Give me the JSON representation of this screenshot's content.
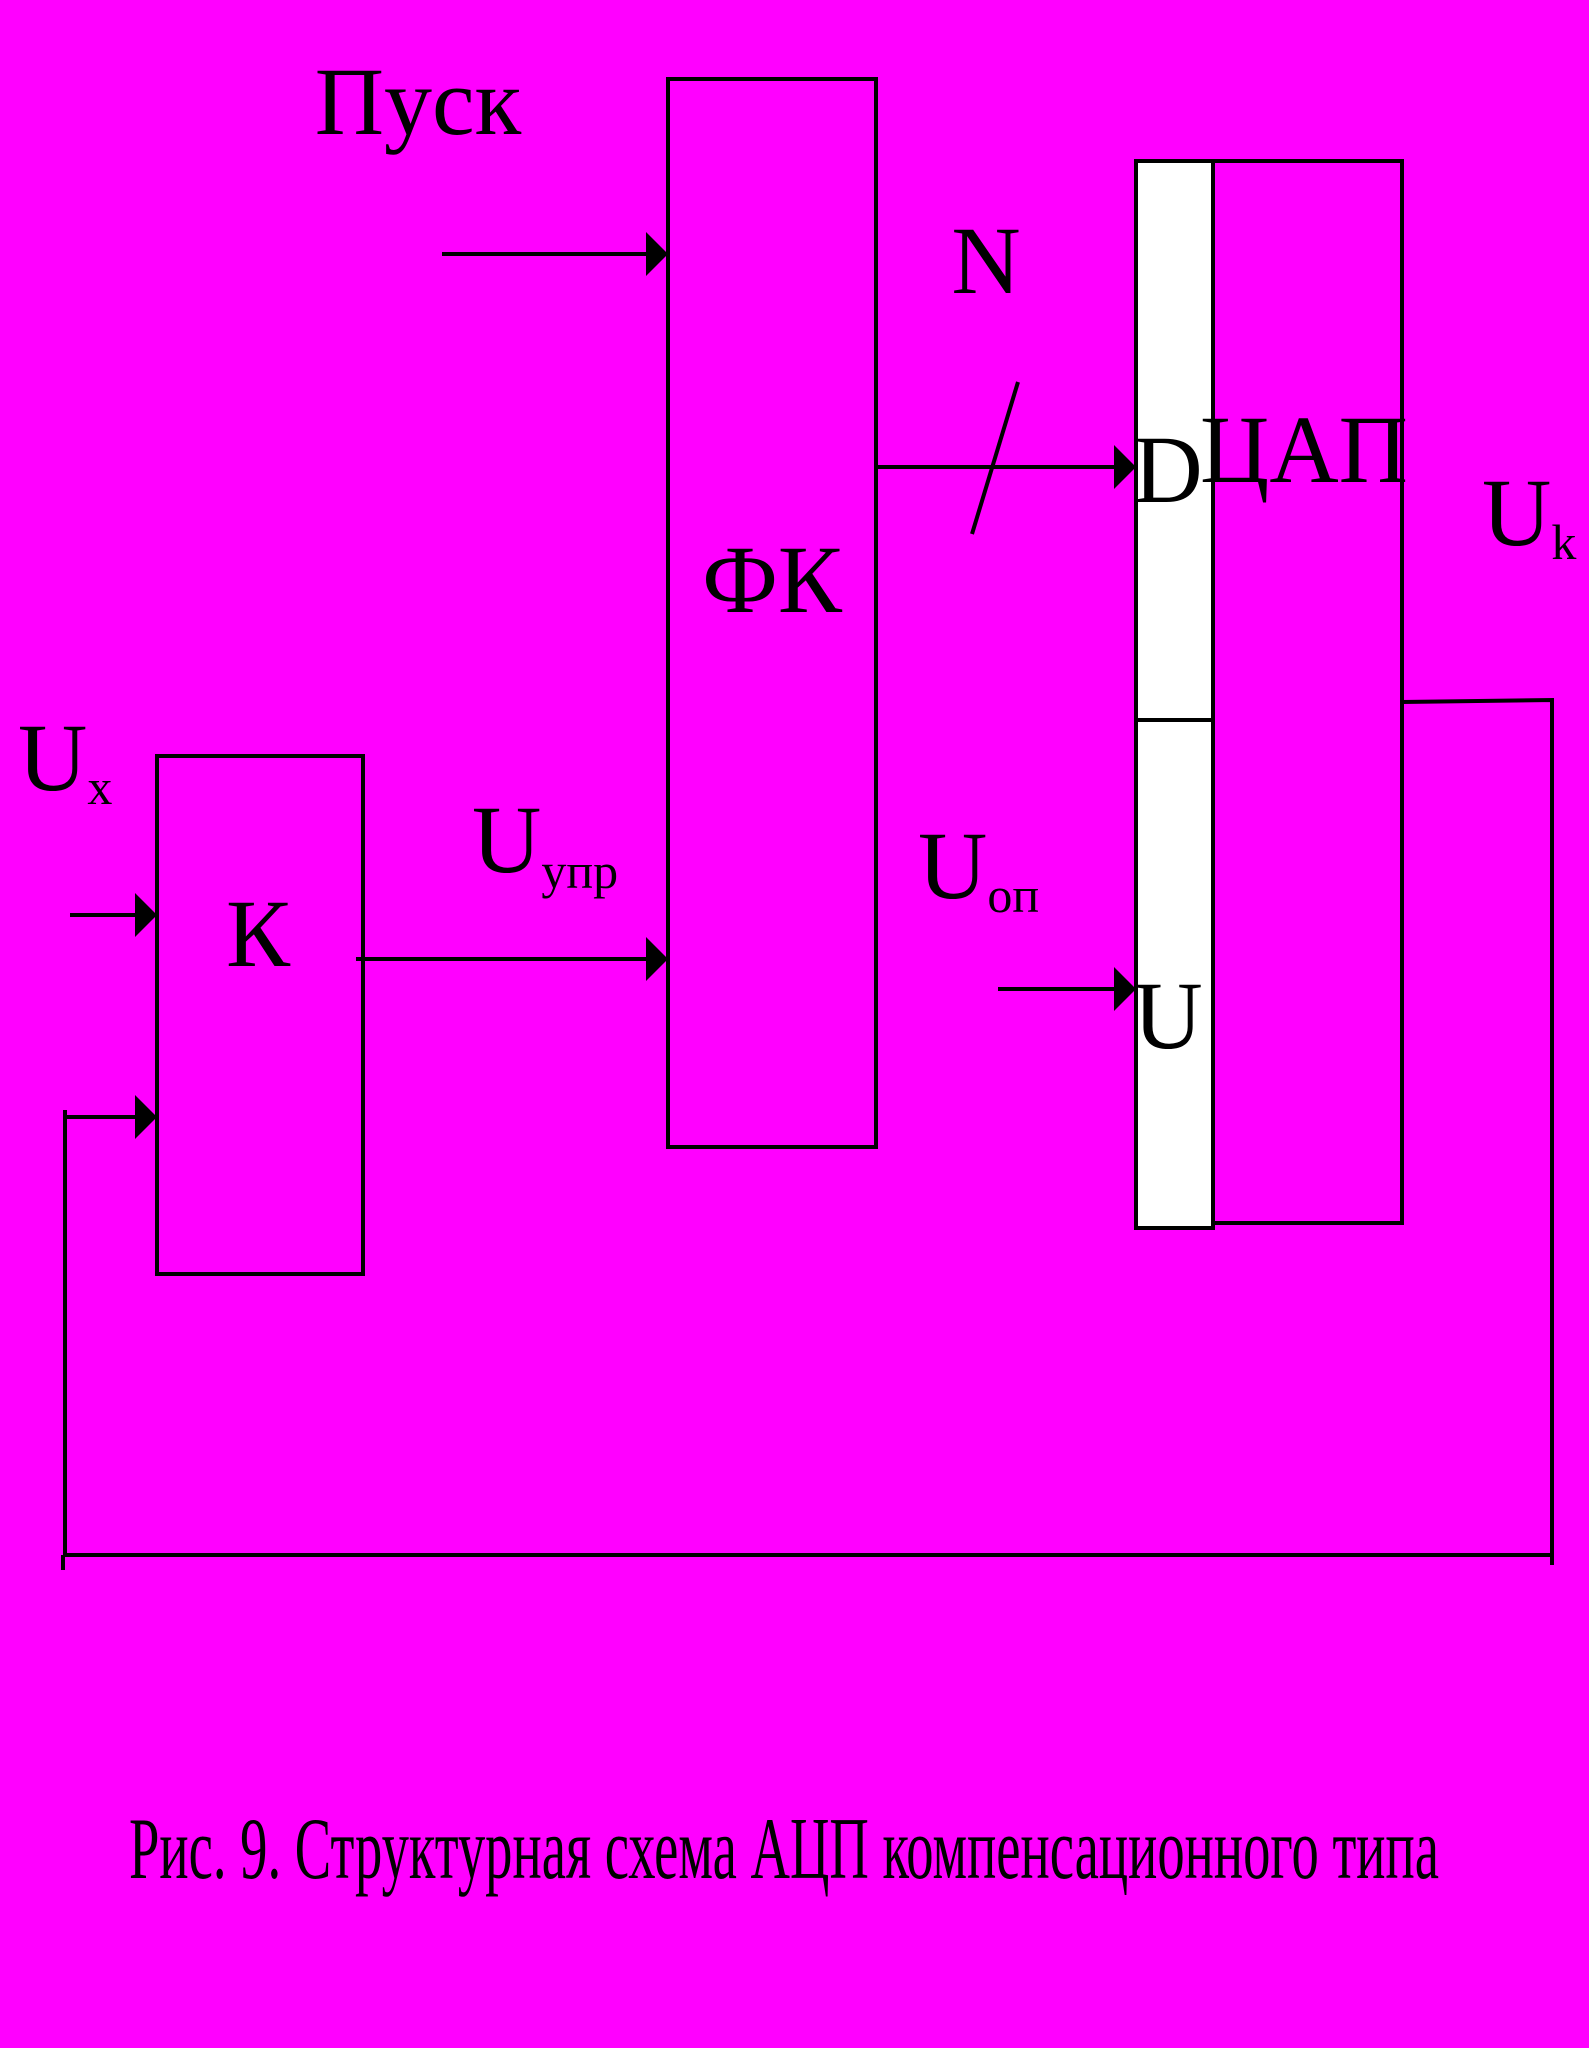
{
  "diagram": {
    "caption": "Рис. 9. Структурная схема АЦП компенсационного типа",
    "blocks": {
      "comparator": "К",
      "control_former": "ФК",
      "dac": "ЦАП",
      "dac_digital_input": "D",
      "dac_reference_input": "U"
    },
    "signals": {
      "start": "Пуск",
      "bus_width": "N",
      "input_voltage": {
        "main": "U",
        "sub": "x"
      },
      "control_voltage": {
        "main": "U",
        "sub": "упр"
      },
      "reference_voltage": {
        "main": "U",
        "sub": "оп"
      },
      "compensation_voltage": {
        "main": "U",
        "sub": "k"
      }
    },
    "colors": {
      "background": "#ff00ff",
      "line": "#000000",
      "dac_input_fill": "#ffffff"
    }
  }
}
